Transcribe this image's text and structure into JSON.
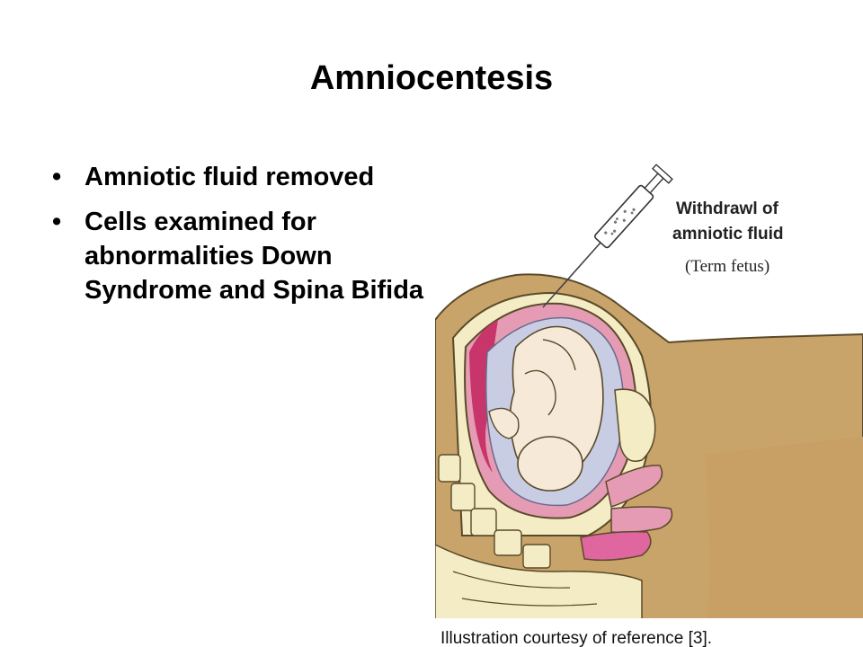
{
  "slide": {
    "title": "Amniocentesis",
    "bullets": [
      "Amniotic fluid removed",
      "Cells examined for abnormalities Down Syndrome and Spina Bifida"
    ]
  },
  "illustration": {
    "label_line1": "Withdrawl of",
    "label_line2": "amniotic fluid",
    "label_line3": "(Term fetus)",
    "caption": "Illustration courtesy of reference [3]."
  }
}
